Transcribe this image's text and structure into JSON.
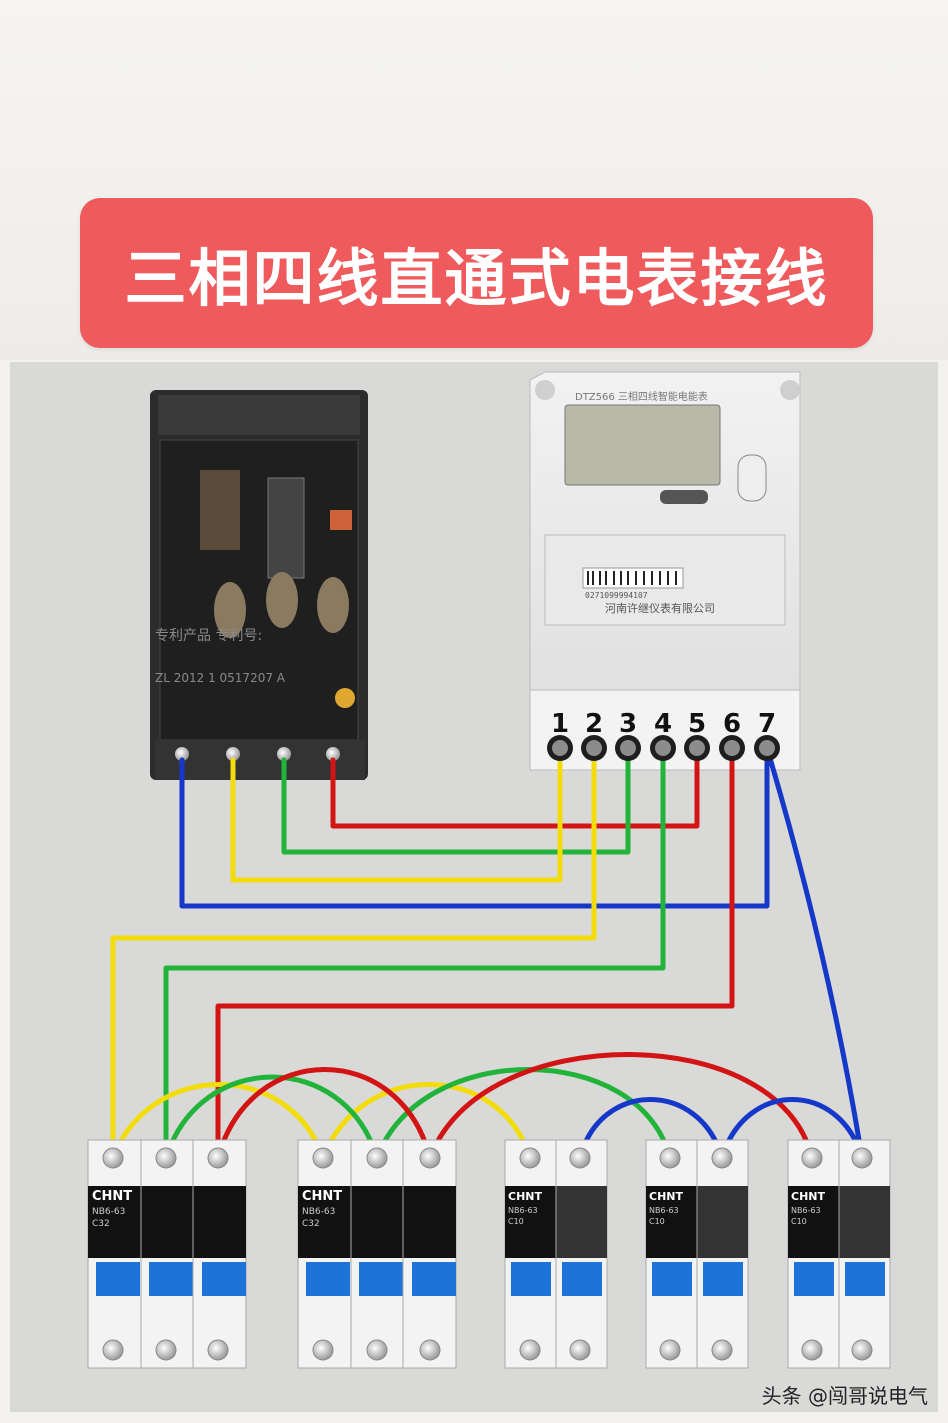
{
  "title": "三相四线直通式电表接线",
  "meter": {
    "model": "DTZ566 三相四线智能电能表",
    "manufacturer": "河南许继仪表有限公司",
    "barcode": "0271099994107"
  },
  "breaker_label": {
    "patent": "专利产品 专利号:",
    "patent_no": "ZL 2012 1 0517207 A"
  },
  "terminals": [
    "1",
    "2",
    "3",
    "4",
    "5",
    "6",
    "7"
  ],
  "mcb": [
    {
      "brand": "CHNT",
      "model": "NB6-63",
      "rating": "C32"
    },
    {
      "brand": "CHNT",
      "model": "NB6-63",
      "rating": "C32"
    },
    {
      "brand": "CHNT",
      "model": "NB6-63",
      "rating": "C10"
    },
    {
      "brand": "CHNT",
      "model": "NB6-63",
      "rating": "C10"
    },
    {
      "brand": "CHNT",
      "model": "NB6-63",
      "rating": "C10"
    }
  ],
  "watermark": "头条 @闯哥说电气",
  "colors": {
    "red": "#d21414",
    "yellow": "#f2dd0a",
    "green": "#22b43a",
    "blue": "#1638c8",
    "banner": "#ef5a5d"
  }
}
